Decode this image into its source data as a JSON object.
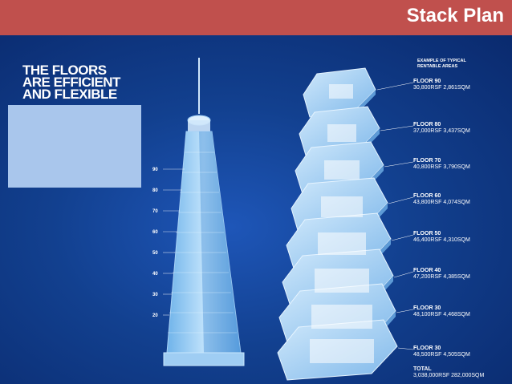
{
  "header": {
    "title": "Stack Plan"
  },
  "headline": [
    "THE FLOORS",
    "ARE EFFICIENT",
    "AND FLEXIBLE"
  ],
  "legend": [
    "EXAMPLE OF TYPICAL",
    "RENTABLE AREAS"
  ],
  "ticks": [
    "90",
    "80",
    "70",
    "60",
    "50",
    "40",
    "30",
    "20"
  ],
  "floors": [
    {
      "name": "FLOOR 90",
      "area": "30,800RSF  2,861SQM"
    },
    {
      "name": "FLOOR 80",
      "area": "37,000RSF  3,437SQM"
    },
    {
      "name": "FLOOR 70",
      "area": "40,800RSF  3,790SQM"
    },
    {
      "name": "FLOOR 60",
      "area": "43,800RSF  4,074SQM"
    },
    {
      "name": "FLOOR 50",
      "area": "46,400RSF  4,310SQM"
    },
    {
      "name": "FLOOR 40",
      "area": "47,200RSF  4,385SQM"
    },
    {
      "name": "FLOOR 30",
      "area": "48,100RSF  4,468SQM"
    },
    {
      "name": "FLOOR 30",
      "area": "48,500RSF  4,505SQM"
    }
  ],
  "total": {
    "name": "TOTAL",
    "area": "3,038,000RSF  282,000SQM"
  },
  "colors": {
    "header": "#c0504d",
    "panel": "#12408f",
    "glass": "#8cc4f0",
    "placeholder": "#a9c6ec"
  }
}
